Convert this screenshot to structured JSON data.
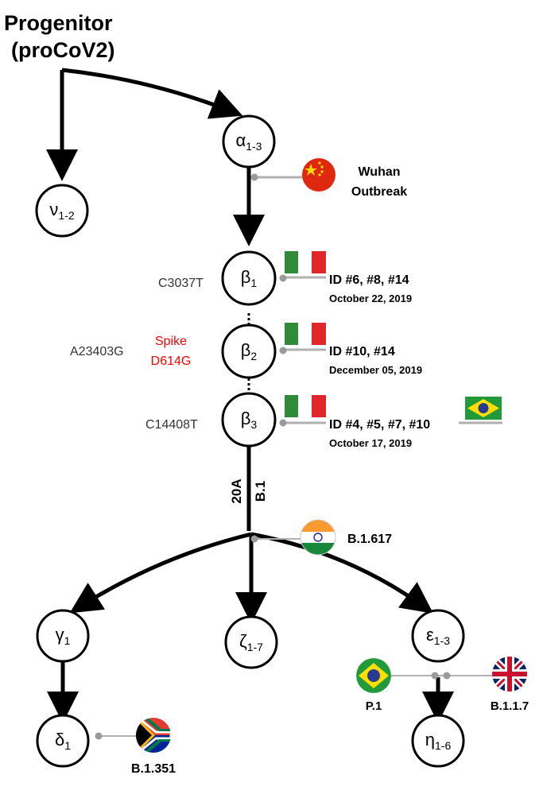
{
  "root": {
    "line1": "Progenitor",
    "line2": "(proCoV2)"
  },
  "nodes": {
    "alpha": {
      "base": "α",
      "sub": "1-3"
    },
    "nu": {
      "base": "ν",
      "sub": "1-2"
    },
    "beta1": {
      "base": "β",
      "sub": "1"
    },
    "beta2": {
      "base": "β",
      "sub": "2"
    },
    "beta3": {
      "base": "β",
      "sub": "3"
    },
    "gamma": {
      "base": "γ",
      "sub": "1"
    },
    "zeta": {
      "base": "ζ",
      "sub": "1-7"
    },
    "epsilon": {
      "base": "ε",
      "sub": "1-3"
    },
    "delta": {
      "base": "δ",
      "sub": "1"
    },
    "eta": {
      "base": "η",
      "sub": "1-6"
    }
  },
  "mutations": {
    "beta1": "C3037T",
    "beta2": "A23403G",
    "beta3": "C14408T",
    "spike_line1": "Spike",
    "spike_line2": "D614G"
  },
  "annotations": {
    "wuhan_line1": "Wuhan",
    "wuhan_line2": "Outbreak",
    "beta1_ids": "ID #6, #8, #14",
    "beta1_date": "October 22, 2019",
    "beta2_ids": "ID #10, #14",
    "beta2_date": "December 05, 2019",
    "beta3_ids": "ID #4, #5, #7, #10",
    "beta3_date": "October 17, 2019",
    "clade_20a": "20A",
    "clade_b1": "B.1",
    "india_variant": "B.1.617",
    "brazil_variant": "P.1",
    "uk_variant": "B.1.1.7",
    "sa_variant": "B.1.351"
  },
  "flags": [
    "china-flag",
    "italy-flag",
    "brazil-flag",
    "india-flag",
    "uk-flag",
    "south-africa-flag"
  ],
  "colors": {
    "spike_text": "#ff0000",
    "connector": "#b0b0b0",
    "dot": "#9a9a9a"
  }
}
